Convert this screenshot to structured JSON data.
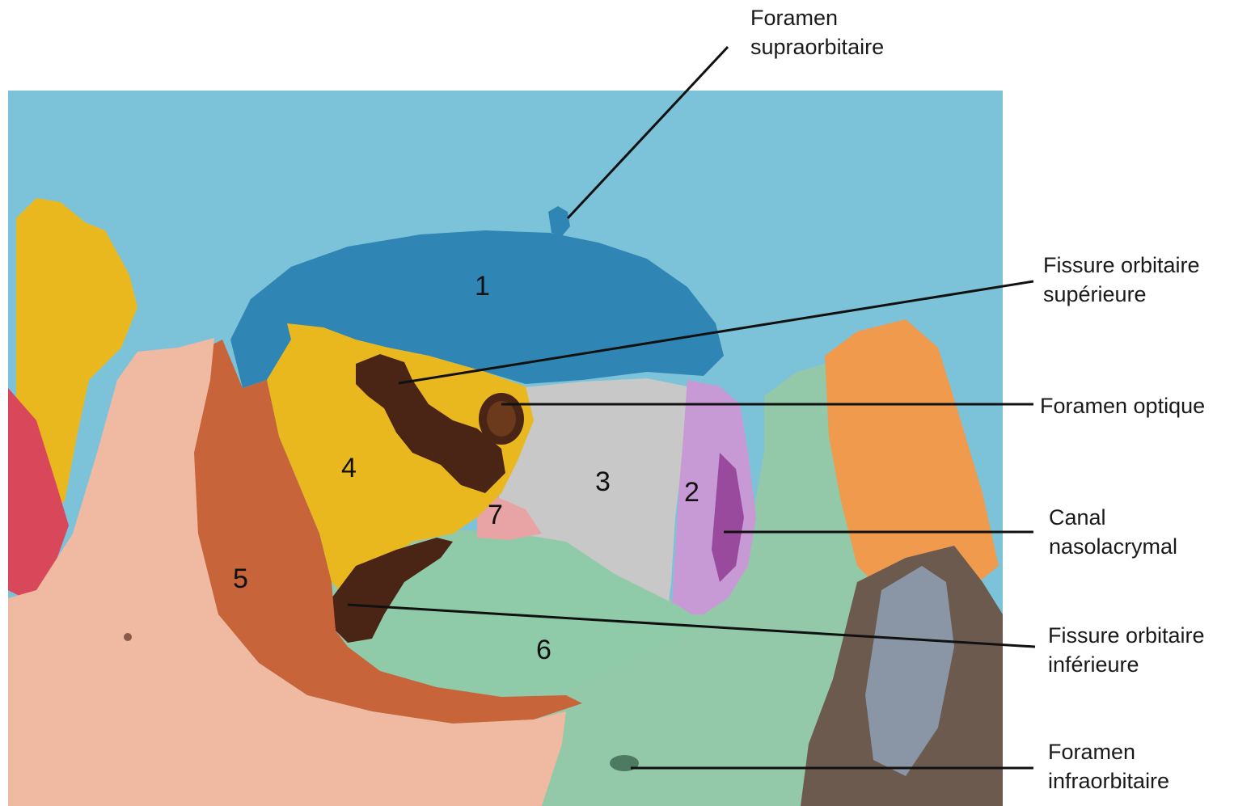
{
  "colors": {
    "frontal": "#7cc3d9",
    "frontal_orbital": "#2f86b4",
    "sphenoid": "#e9b81f",
    "zygomatic_orbital": "#c7643a",
    "zygomatic": "#f0b9a1",
    "maxilla": "#93c8a9",
    "ethmoid": "#c8c8c8",
    "lacrimal": "#c79ad6",
    "palatine": "#e8a4a4",
    "nasal": "#ef9a4c",
    "fissure": "#4a2414",
    "leader_line": "#111111"
  },
  "numbers": [
    "1",
    "2",
    "3",
    "4",
    "5",
    "6",
    "7"
  ],
  "labels": {
    "foramen_supraorbitaire": [
      "Foramen",
      "supraorbitaire"
    ],
    "fissure_orbitaire_superieure": [
      "Fissure orbitaire",
      "supérieure"
    ],
    "foramen_optique": [
      "Foramen optique"
    ],
    "canal_nasolacrymal": [
      "Canal",
      "nasolacrymal"
    ],
    "fissure_orbitaire_inferieure": [
      "Fissure orbitaire",
      "inférieure"
    ],
    "foramen_infraorbitaire": [
      "Foramen",
      "infraorbitaire"
    ]
  }
}
